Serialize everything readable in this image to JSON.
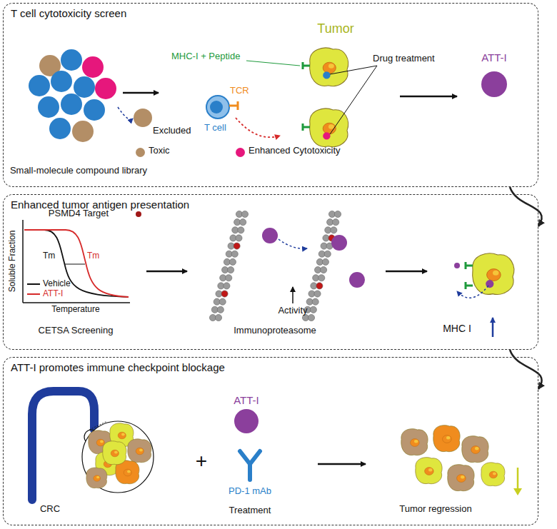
{
  "diagram": {
    "nodes": [
      {
        "text": [
          "T cell cytotoxicity screen"
        ]
      },
      {
        "text": [
          "Enhanced tumor antigen presentation"
        ]
      },
      {
        "text": [
          "ATT-I promotes immune checkpoint blockage"
        ]
      }
    ],
    "edges": [
      {
        "from": 0,
        "to": 1,
        "arrow": "to"
      },
      {
        "from": 1,
        "to": 2,
        "arrow": "to"
      }
    ],
    "labels": [
      "Small-molecule compound library",
      "Excluded",
      "MHC-I + Peptide",
      "TCR",
      "T cell",
      "Tumor",
      "Drug treatment",
      "ATT-I",
      "PSMD4 Target",
      "Soluble Fraction",
      "Tm",
      "Tm",
      "Temperature",
      "CETSA Screening",
      "Immunoproteasome",
      "Activity",
      "MHC I",
      "CRC",
      "ATT-I",
      "PD-1 mAb",
      "Treatment",
      "+",
      "Tumor regression"
    ],
    "legend": [
      {
        "text": "Toxic",
        "color": "#b38e66"
      },
      {
        "text": "Enhanced Cytotoxicity",
        "color": "#e6177c"
      },
      {
        "text": "Vehicle"
      },
      {
        "text": "ATT-I"
      }
    ]
  }
}
